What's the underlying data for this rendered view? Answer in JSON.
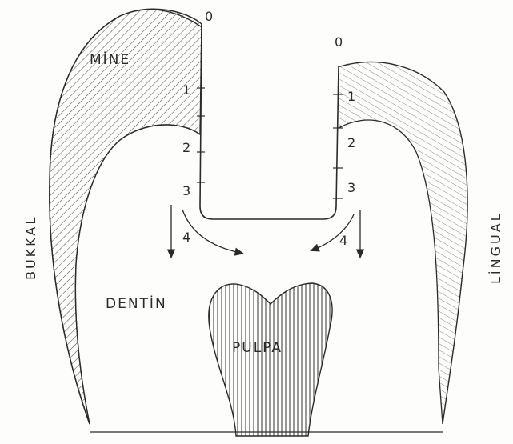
{
  "labels": {
    "enamel": "MİNE",
    "dentin": "DENTİN",
    "pulp": "PULPA",
    "buccal": "BUKKAL",
    "lingual": "LİNGUAL"
  },
  "depth_marks": {
    "left": [
      "0",
      "1",
      "2",
      "3",
      "4"
    ],
    "right": [
      "0",
      "1",
      "2",
      "3",
      "4"
    ]
  },
  "colors": {
    "ink": "#2a2a2a",
    "paper": "#fdfdfc"
  }
}
